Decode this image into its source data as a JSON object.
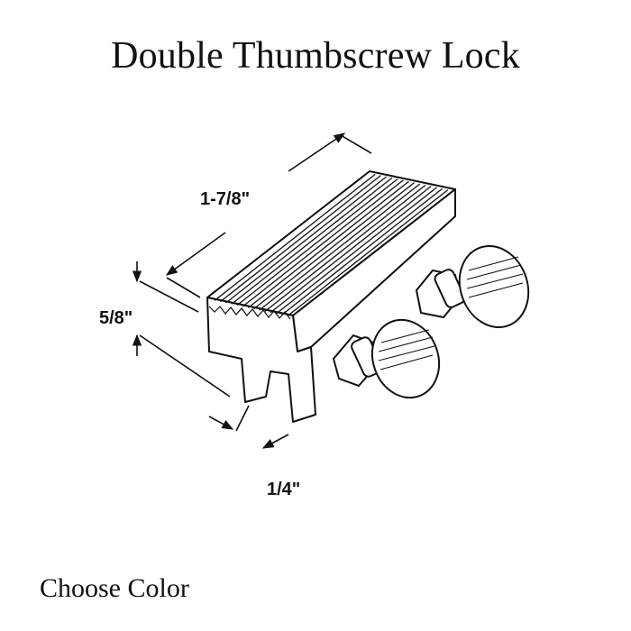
{
  "title": "Double Thumbscrew Lock",
  "dimensions": {
    "length": "1-7/8\"",
    "height": "5/8\"",
    "gap": "1/4\""
  },
  "footer": "Choose Color",
  "colors": {
    "line": "#111111",
    "background": "#ffffff"
  }
}
